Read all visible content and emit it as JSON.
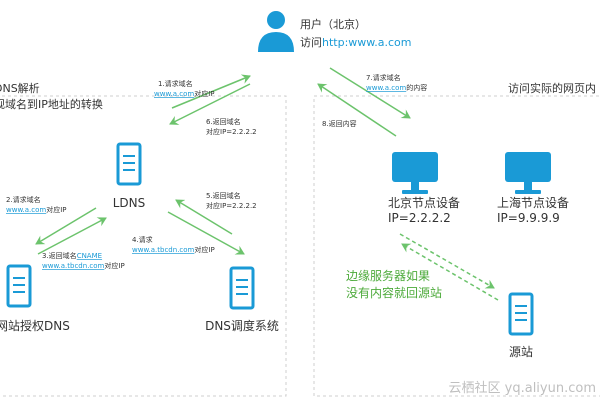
{
  "colors": {
    "accent": "#1a9ad6",
    "arrow_green": "#6cc36c",
    "box_border": "#cfcfcf",
    "text": "#333333",
    "link": "#1a9ad6",
    "fallback_text": "#4caa3a"
  },
  "user": {
    "icon": "user-icon",
    "title": "用户（北京）",
    "visit_prefix": "访问",
    "url": "http:www.a.com"
  },
  "left_panel": {
    "title_line1": "DNS解析",
    "title_line2": "规域名到IP地址的转换"
  },
  "right_panel": {
    "title": "访问实际的网页内"
  },
  "nodes": {
    "ldns": {
      "label": "LDNS",
      "icon": "server-icon"
    },
    "authoritative_dns": {
      "label": "网站授权DNS",
      "icon": "server-icon"
    },
    "dns_scheduler": {
      "label": "DNS调度系统",
      "icon": "server-icon"
    },
    "beijing_node": {
      "label": "北京节点设备",
      "ip": "IP=2.2.2.2",
      "icon": "monitor-icon"
    },
    "shanghai_node": {
      "label": "上海节点设备",
      "ip": "IP=9.9.9.9",
      "icon": "monitor-icon"
    },
    "origin": {
      "label": "源站",
      "icon": "server-icon"
    }
  },
  "steps": {
    "s1": {
      "line1": "1.请求域名",
      "link": "www.a.com",
      "suffix": "对应IP"
    },
    "s2": {
      "line1": "2.请求域名",
      "link": "www.a.com",
      "suffix": "对应IP"
    },
    "s3": {
      "prefix": "3.返回域名",
      "cname": "CNAME",
      "link": "www.a.tbcdn.com",
      "suffix": "对应IP"
    },
    "s4": {
      "line1": "4.请求",
      "link": "www.a.tbcdn.com",
      "suffix": "对应IP"
    },
    "s5": {
      "line1": "5.返回域名",
      "line2": "对应IP=2.2.2.2"
    },
    "s6": {
      "line1": "6.返回域名",
      "line2": "对应IP=2.2.2.2"
    },
    "s7": {
      "line1": "7.请求域名",
      "link": "www.a.com",
      "suffix": "的内容"
    },
    "s8": {
      "line1": "8.返回内容"
    }
  },
  "fallback_note": {
    "line1": "边缘服务器如果",
    "line2": "没有内容就回源站"
  },
  "watermark": "云栖社区 yq.aliyun.com"
}
